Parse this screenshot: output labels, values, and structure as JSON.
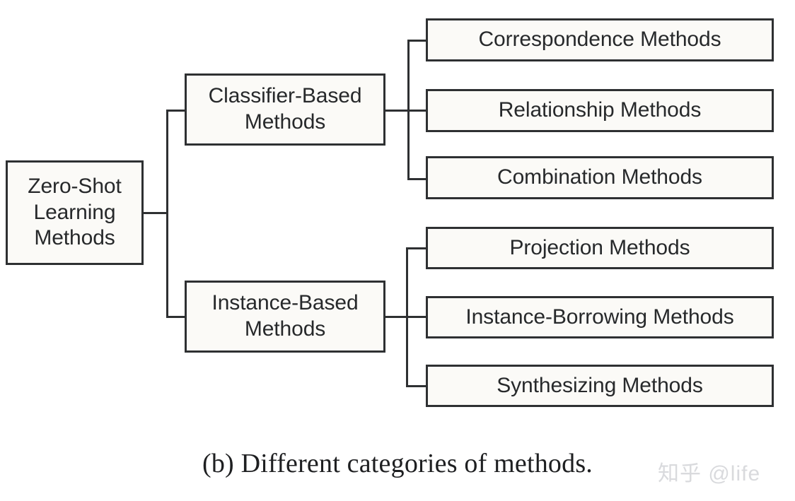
{
  "figure": {
    "caption": "(b) Different categories of methods.",
    "watermark": "知乎 @life",
    "colors": {
      "node_border": "#2e3032",
      "node_fill": "#fbfaf7",
      "text": "#27292b",
      "background": "#ffffff",
      "watermark": "#d9dadd"
    }
  },
  "tree": {
    "root": {
      "label": "Zero-Shot Learning Methods",
      "line1": "Zero-Shot",
      "line2": "Learning",
      "line3": "Methods"
    },
    "branches": [
      {
        "label": "Classifier-Based Methods",
        "line1": "Classifier-Based",
        "line2": "Methods",
        "children": [
          {
            "label": "Correspondence Methods"
          },
          {
            "label": "Relationship Methods"
          },
          {
            "label": "Combination Methods"
          }
        ]
      },
      {
        "label": "Instance-Based Methods",
        "line1": "Instance-Based",
        "line2": "Methods",
        "children": [
          {
            "label": "Projection Methods"
          },
          {
            "label": "Instance-Borrowing Methods"
          },
          {
            "label": "Synthesizing Methods"
          }
        ]
      }
    ]
  }
}
